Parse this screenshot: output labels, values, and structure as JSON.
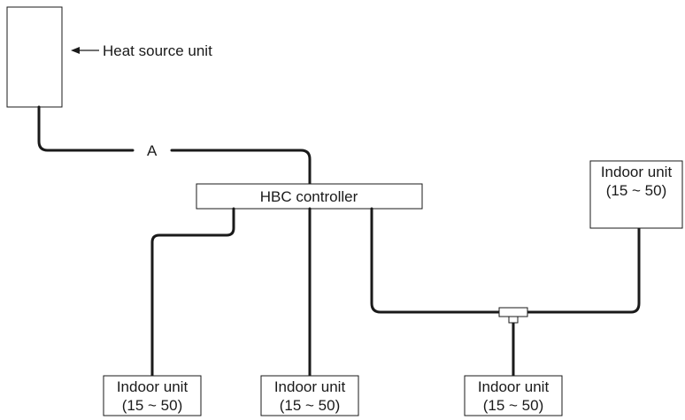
{
  "heat_source_label": "Heat source unit",
  "pipe_label_a": "A",
  "controller_label": "HBC controller",
  "indoor_units": [
    {
      "name": "Indoor unit",
      "capacity": "(15 ~ 50)"
    },
    {
      "name": "Indoor unit",
      "capacity": "(15 ~ 50)"
    },
    {
      "name": "Indoor unit",
      "capacity": "(15 ~ 50)"
    },
    {
      "name": "Indoor unit",
      "capacity": "(15 ~ 50)"
    }
  ]
}
